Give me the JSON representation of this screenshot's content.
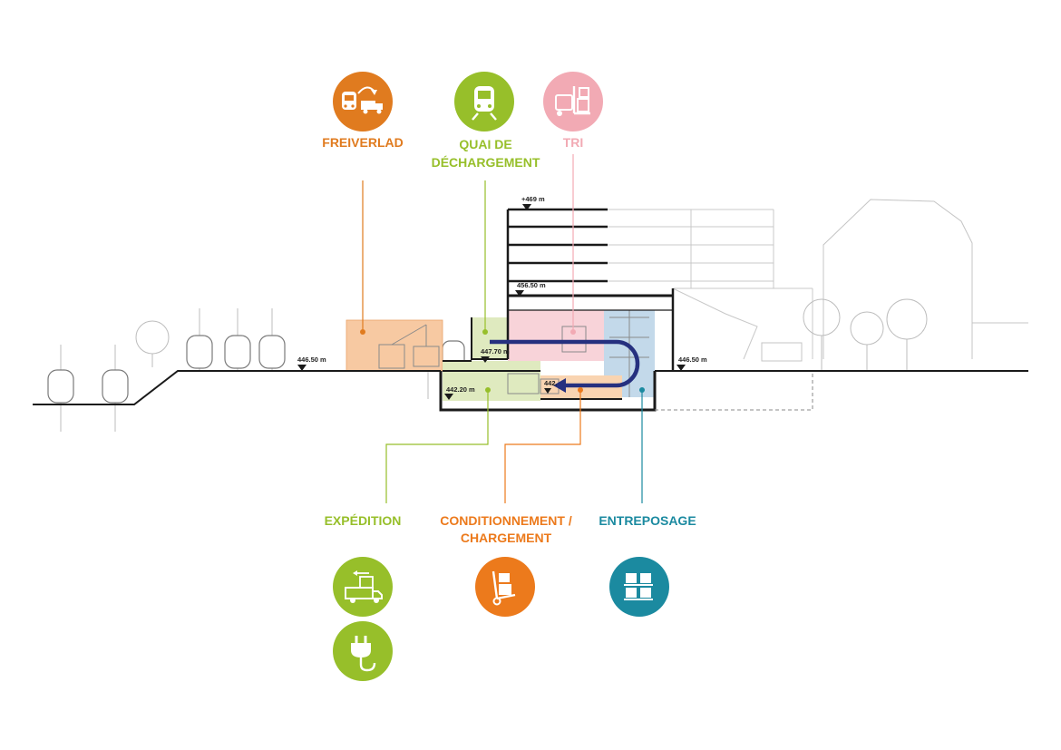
{
  "colors": {
    "freiverlad": "#e07b1f",
    "quai": "#97bf2a",
    "tri": "#f2aab4",
    "expedition": "#97bf2a",
    "conditionnement": "#ec7a1c",
    "entreposage": "#1b8aa0",
    "flow_arrow": "#26307f",
    "line": "#1a1a1a",
    "sketch": "#b8b8b8"
  },
  "labels": {
    "freiverlad": "FREIVERLAD",
    "quai_line1": "QUAI DE",
    "quai_line2": "DÉCHARGEMENT",
    "tri": "TRI",
    "expedition": "EXPÉDITION",
    "conditionnement_line1": "CONDITIONNEMENT /",
    "conditionnement_line2": "CHARGEMENT",
    "entreposage": "ENTREPOSAGE"
  },
  "levels": {
    "top": "+469 m",
    "roof": "456.50 m",
    "ground_left": "446.50 m",
    "ground_right": "446.50 m",
    "platform": "447.70 m",
    "basement": "442.20 m",
    "basement_partial": "442."
  },
  "icons": {
    "freiverlad": "train-to-truck-icon",
    "quai": "train-icon",
    "tri": "forklift-icon",
    "expedition": "delivery-truck-icon",
    "expedition_power": "electric-plug-icon",
    "conditionnement": "hand-truck-icon",
    "entreposage": "pallet-storage-icon"
  }
}
